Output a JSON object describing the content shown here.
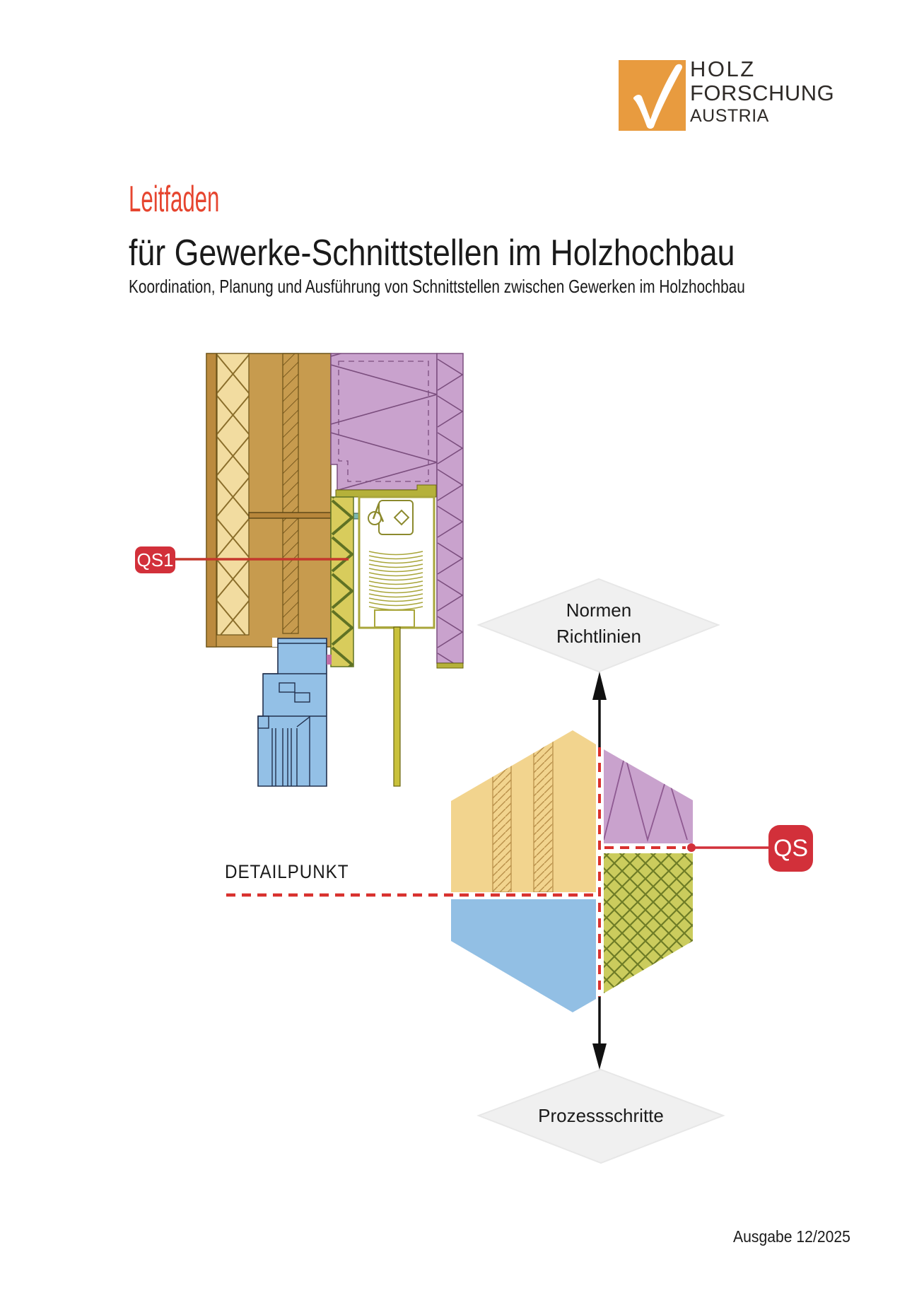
{
  "logo": {
    "word1": "HOLZ",
    "word2": "FORSCHUNG",
    "word3": "AUSTRIA",
    "square_color": "#E89B3F"
  },
  "titles": {
    "main": "Leitfaden",
    "main_color": "#E6452F",
    "line2": "für Gewerke-Schnittstellen im Holzhochbau",
    "subtitle": "Koordination, Planung und Ausführung von Schnittstellen zwischen Gewerken im Holzhochbau"
  },
  "detail_drawing": {
    "marker_qs1": "QS1"
  },
  "process_diagram": {
    "diamond_top_line1": "Normen",
    "diamond_top_line2": "Richtlinien",
    "diamond_bottom": "Prozessschritte",
    "detail_point_label": "DETAILPUNKT",
    "marker_qs": "QS",
    "accent_red": "#D2303A",
    "diamond_fill": "#F0F0F0"
  },
  "footer": {
    "edition": "Ausgabe 12/2025"
  }
}
